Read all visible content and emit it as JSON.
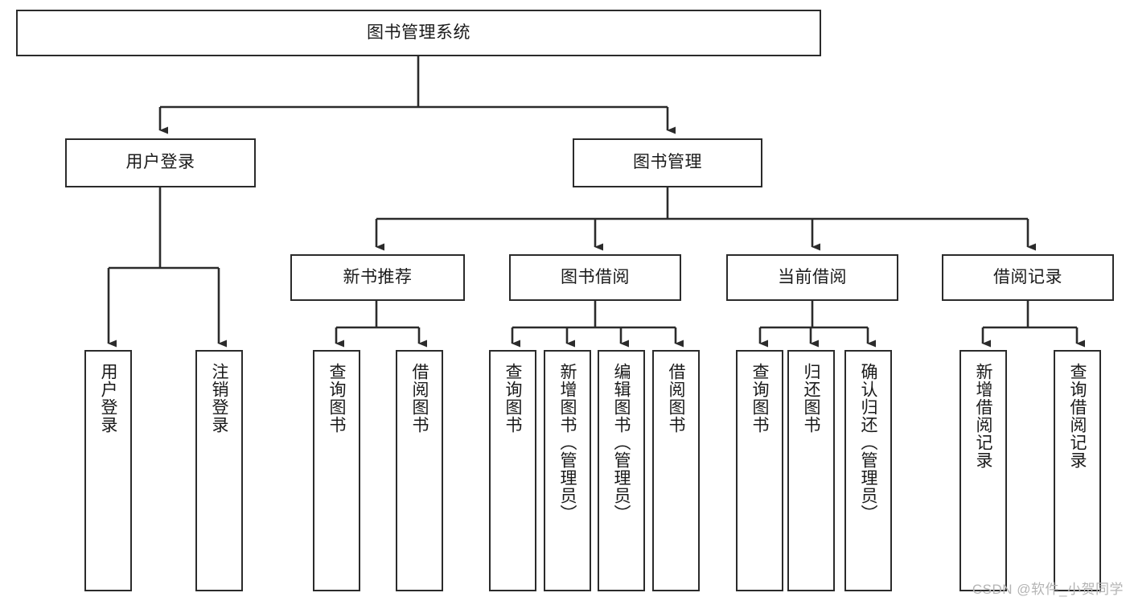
{
  "diagram": {
    "title": "图书管理系统",
    "watermark": "CSDN @软件_小贺同学",
    "line_color": "#2b2b2b",
    "box_fill": "#ffffff",
    "text_color": "#1a1a1a",
    "watermark_color": "#b4b4b4"
  },
  "root": {
    "label": "图书管理系统"
  },
  "level1": [
    {
      "label": "用户登录"
    },
    {
      "label": "图书管理"
    }
  ],
  "level2": [
    {
      "label": "新书推荐"
    },
    {
      "label": "图书借阅"
    },
    {
      "label": "当前借阅"
    },
    {
      "label": "借阅记录"
    }
  ],
  "leaves": {
    "user_login": [
      {
        "label": "用户登录"
      },
      {
        "label": "注销登录"
      }
    ],
    "new_book_recommend": [
      {
        "label": "查询图书"
      },
      {
        "label": "借阅图书"
      }
    ],
    "book_borrow": [
      {
        "label": "查询图书"
      },
      {
        "label": "新增图书（管理员）"
      },
      {
        "label": "编辑图书（管理员）"
      },
      {
        "label": "借阅图书"
      }
    ],
    "current_borrow": [
      {
        "label": "查询图书"
      },
      {
        "label": "归还图书"
      },
      {
        "label": "确认归还（管理员）"
      }
    ],
    "borrow_record": [
      {
        "label": "新增借阅记录"
      },
      {
        "label": "查询借阅记录"
      }
    ]
  }
}
